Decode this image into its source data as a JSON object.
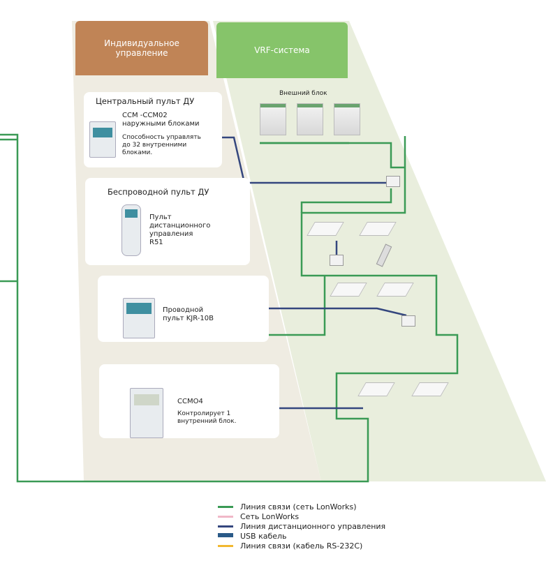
{
  "headers": {
    "individual": "Индивидуальное управление",
    "vrf": "VRF-система"
  },
  "outdoor_label": "Внешний блок",
  "cards": [
    {
      "title": "Центральный пульт ДУ",
      "lines": [
        "CCM -CCM02",
        "наружными блоками"
      ],
      "note": "Способность управлять до 32 внутренними блоками."
    },
    {
      "title": "Беспроводной пульт ДУ",
      "desc": "Пульт дистанционного управления R51"
    },
    {
      "desc": "Проводной пульт KJR-10B"
    },
    {
      "name": "CCMO4",
      "note": "Контролирует 1 внутренний блок."
    }
  ],
  "legend": [
    {
      "label": "Линия связи (сеть LonWorks)",
      "color": "#3a9a55"
    },
    {
      "label": "Сеть LonWorks",
      "color": "#f0b8c8"
    },
    {
      "label": "Линия дистанционного управления",
      "color": "#34467e"
    },
    {
      "label": "USB кабель",
      "color": "#2a5a88"
    },
    {
      "label": "Линия связи (кабель RS-232C)",
      "color": "#f2b830"
    }
  ],
  "colors": {
    "brown": "#c08456",
    "green": "#86c46a",
    "beige": "#efece2",
    "vrf_bg": "#eaeedd"
  }
}
